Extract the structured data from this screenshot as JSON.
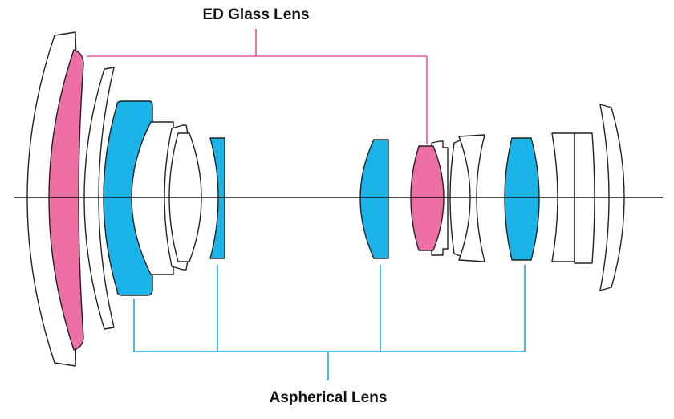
{
  "labels": {
    "ed_glass": "ED Glass Lens",
    "aspherical": "Aspherical Lens"
  },
  "colors": {
    "ed_glass": "#ee6fa6",
    "aspherical": "#1bb4e8",
    "plain": "#ffffff",
    "outline": "#222222",
    "axis": "#111111",
    "ed_leader": "#e8559a",
    "asph_leader": "#1aa8e0"
  },
  "legend": [
    {
      "key": "ed_glass",
      "text_ref": "labels.ed_glass"
    },
    {
      "key": "aspherical",
      "text_ref": "labels.aspherical"
    }
  ]
}
